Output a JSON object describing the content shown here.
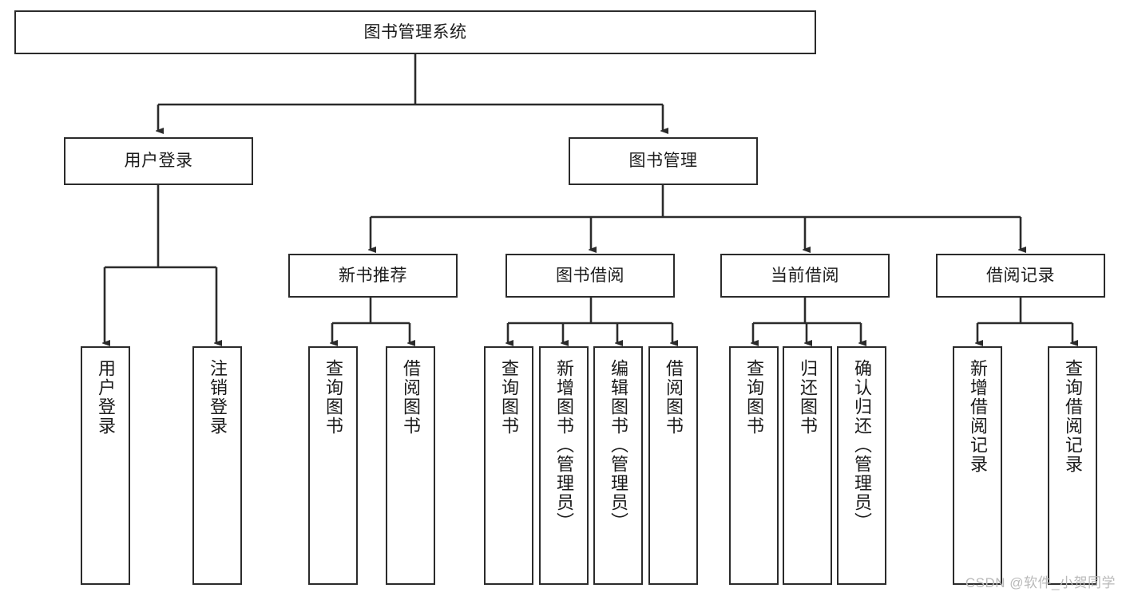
{
  "diagram": {
    "type": "tree-hierarchy",
    "title": "图书管理系统",
    "watermark": "CSDN @软件_小贺同学",
    "colors": {
      "box_border": "#2b2b2b",
      "box_fill": "#ffffff",
      "connector": "#2b2b2b",
      "text": "#1b1b1b",
      "watermark": "#b9b9b9",
      "background": "#ffffff"
    },
    "root": {
      "label": "图书管理系统"
    },
    "level1": [
      {
        "label": "用户登录"
      },
      {
        "label": "图书管理"
      }
    ],
    "level2": [
      {
        "label": "新书推荐"
      },
      {
        "label": "图书借阅"
      },
      {
        "label": "当前借阅"
      },
      {
        "label": "借阅记录"
      }
    ],
    "leaves": [
      {
        "label": "用户登录",
        "parent": "用户登录"
      },
      {
        "label": "注销登录",
        "parent": "用户登录"
      },
      {
        "label": "查询图书",
        "parent": "新书推荐"
      },
      {
        "label": "借阅图书",
        "parent": "新书推荐"
      },
      {
        "label": "查询图书",
        "parent": "图书借阅"
      },
      {
        "label": "新增图书（管理员）",
        "parent": "图书借阅"
      },
      {
        "label": "编辑图书（管理员）",
        "parent": "图书借阅"
      },
      {
        "label": "借阅图书",
        "parent": "图书借阅"
      },
      {
        "label": "查询图书",
        "parent": "当前借阅"
      },
      {
        "label": "归还图书",
        "parent": "当前借阅"
      },
      {
        "label": "确认归还（管理员）",
        "parent": "当前借阅"
      },
      {
        "label": "新增借阅记录",
        "parent": "借阅记录"
      },
      {
        "label": "查询借阅记录",
        "parent": "借阅记录"
      }
    ]
  }
}
